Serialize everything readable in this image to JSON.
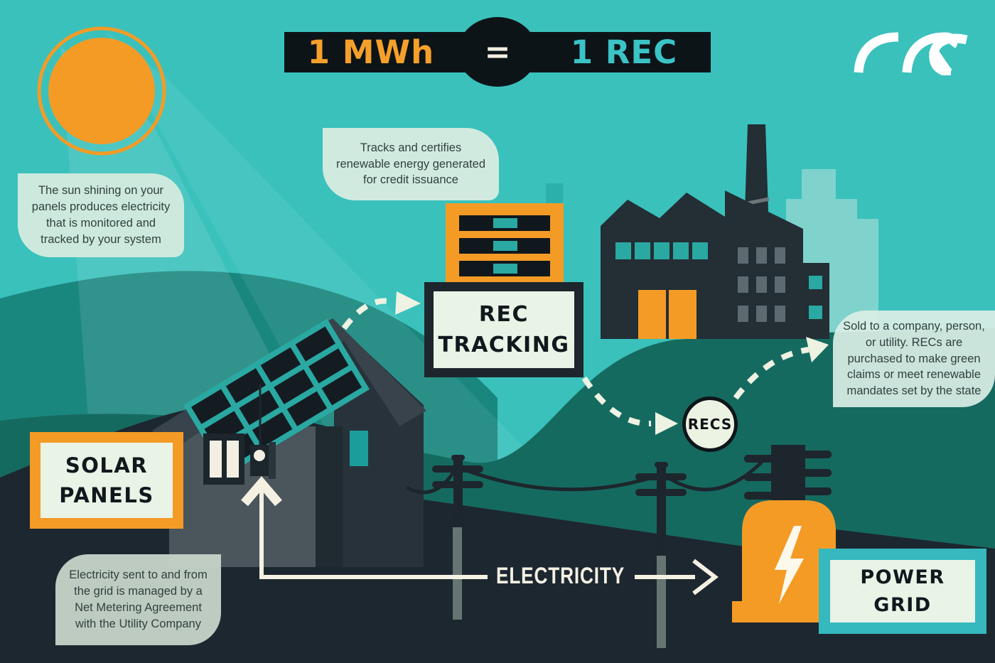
{
  "header": {
    "mwh": "1 MWh",
    "equals": "=",
    "rec": "1 REC",
    "logo": "ARC"
  },
  "bubbles": {
    "sun": "The sun shining on your panels produces electricity that is monitored and tracked by your system",
    "tracking": "Tracks and certifies renewable energy generated for credit issuance",
    "sold": "Sold to a company, person, or utility. RECs are purchased to make green claims or meet renewable mandates set by the state",
    "metering": "Electricity sent to and from the grid is managed by a Net Metering Agreement with the Utility Company"
  },
  "labels": {
    "rec_tracking": "REC\nTRACKING",
    "solar_panels": "SOLAR\nPANELS",
    "power_grid": "POWER\nGRID",
    "recs": "RECS",
    "electricity": "ELECTRICITY"
  },
  "colors": {
    "sky": "#3ac1bc",
    "hill": "#1a877e",
    "ground": "#156a60",
    "foreground": "#1d2730",
    "orange": "#f49b26",
    "teal_accent": "#2aa8a2",
    "banner_black": "#0d1418",
    "bubble_mint": "#cde9dd",
    "sign_inner": "#e9f3e6",
    "cream": "#f2efe2"
  }
}
